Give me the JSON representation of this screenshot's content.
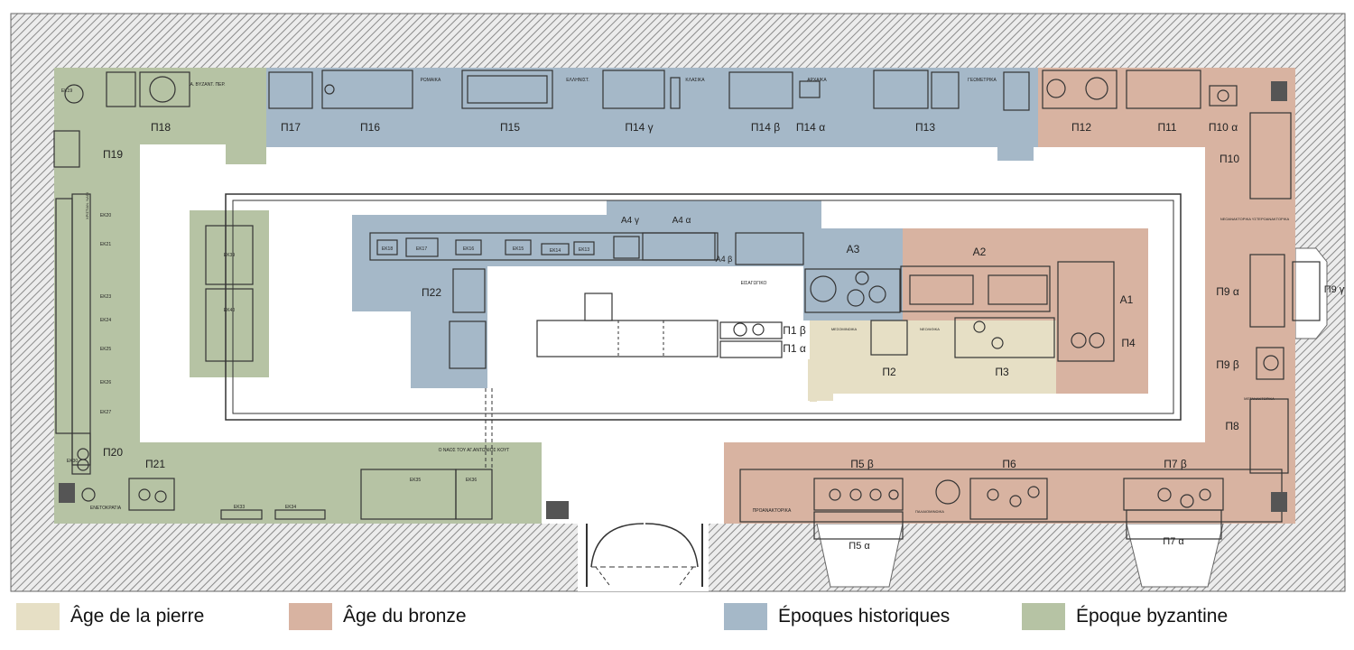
{
  "colors": {
    "stone": "#e6dfc5",
    "bronze": "#d8b3a1",
    "historic": "#a5b8c8",
    "byzantine": "#b6c3a4",
    "wall_hatch": "#8a8a8a",
    "wall_bg": "#ececec",
    "line": "#333333"
  },
  "legend": [
    {
      "key": "stone",
      "label": "Âge de la pierre"
    },
    {
      "key": "bronze",
      "label": "Âge du bronze"
    },
    {
      "key": "historic",
      "label": "Époques historiques"
    },
    {
      "key": "byzantine",
      "label": "Époque byzantine"
    }
  ],
  "rooms": {
    "p18": "Π18",
    "p17": "Π17",
    "p16": "Π16",
    "p15": "Π15",
    "p14g": "Π14 γ",
    "p14b": "Π14 β",
    "p14a": "Π14 α",
    "p13": "Π13",
    "p12": "Π12",
    "p11": "Π11",
    "p10a": "Π10 α",
    "p10": "Π10",
    "p19": "Π19",
    "p9a": "Π9 α",
    "p9g": "Π9 γ",
    "p9b": "Π9 β",
    "p8": "Π8",
    "p20": "Π20",
    "p21": "Π21",
    "p22": "Π22",
    "p5b": "Π5 β",
    "p6": "Π6",
    "p7b": "Π7 β",
    "p5a": "Π5 α",
    "p7a": "Π7 α",
    "p1b": "Π1 β",
    "p1a": "Π1 α",
    "p2": "Π2",
    "p3": "Π3",
    "p4": "Π4",
    "a1": "A1",
    "a2": "A2",
    "a3": "A3",
    "a4g": "A4 γ",
    "a4a": "A4 α",
    "a4b": "A4 β"
  },
  "small_labels": {
    "romaika": "ΡΩΜΑΙΚΑ",
    "ellinist": "ΕΛΛΗΝΙΣΤ.",
    "klasika": "ΚΛΑΣΙΚΑ",
    "archaika": "ΑΡΧΑΙΚΑ",
    "geometrika": "ΓΕΩΜΕΤΡΙΚΑ",
    "vyzant": "Α. ΒΥΖΑΝΤ. ΠΕΡ.",
    "mesominoika": "ΜΕΣΟΜΙΝΩΙΚΑ",
    "neolithika": "ΝΕΟΛΙΘΙΚΑ",
    "eisagogiko": "ΕΙΣΑΓΩΓΙΚΟ",
    "palaiominoika": "ΠΑΛΑΙΟΜΙΝΩΙΚΑ",
    "proanaktorika": "ΠΡΟΑΝΑΚΤΟΡΙΚΑ",
    "neoanaktorika": "ΝΕΟΑΝΑΚΤΟΡΙΚΑ",
    "metaanaktorika": "ΜΕΤΑΝΑΚΤΟΡΙΚΑ",
    "enetokratia": "ΕΝΕΤΟΚΡΑΤΙΑ",
    "christ_naoi": "ΧΡΙΣΤΙΑΝ. ΝΑΟΙ",
    "naos": "Ο ΝΑΟΣ ΤΟΥ ΑΓ.ΑΝΤΩΝΙΟΣ ΚΟΥΤ",
    "neoanakt_right": "ΝΕΟΑΝΑΚΤΟΡΙΚΑ ΥΣΤΕΡΟΑΝΑΚΤΟΡΙΚΑ"
  },
  "cases": {
    "e18": "ΕΚ18",
    "e17": "ΕΚ17",
    "e16": "ΕΚ16",
    "e15": "ΕΚ15",
    "e14": "ΕΚ14",
    "e13": "ΕΚ13",
    "e39": "ΕΚ39",
    "e40": "ΕΚ40",
    "e19": "ΕΚ19",
    "e20": "ΕΚ20",
    "e21": "ΕΚ21",
    "e23": "ΕΚ23",
    "e24": "ΕΚ24",
    "e25": "ΕΚ25",
    "e26": "ΕΚ26",
    "e27": "ΕΚ27",
    "e33": "ΕΚ33",
    "e34": "ΕΚ34",
    "e35": "ΕΚ35",
    "e36": "ΕΚ36",
    "e30": "ΕΚ30"
  }
}
